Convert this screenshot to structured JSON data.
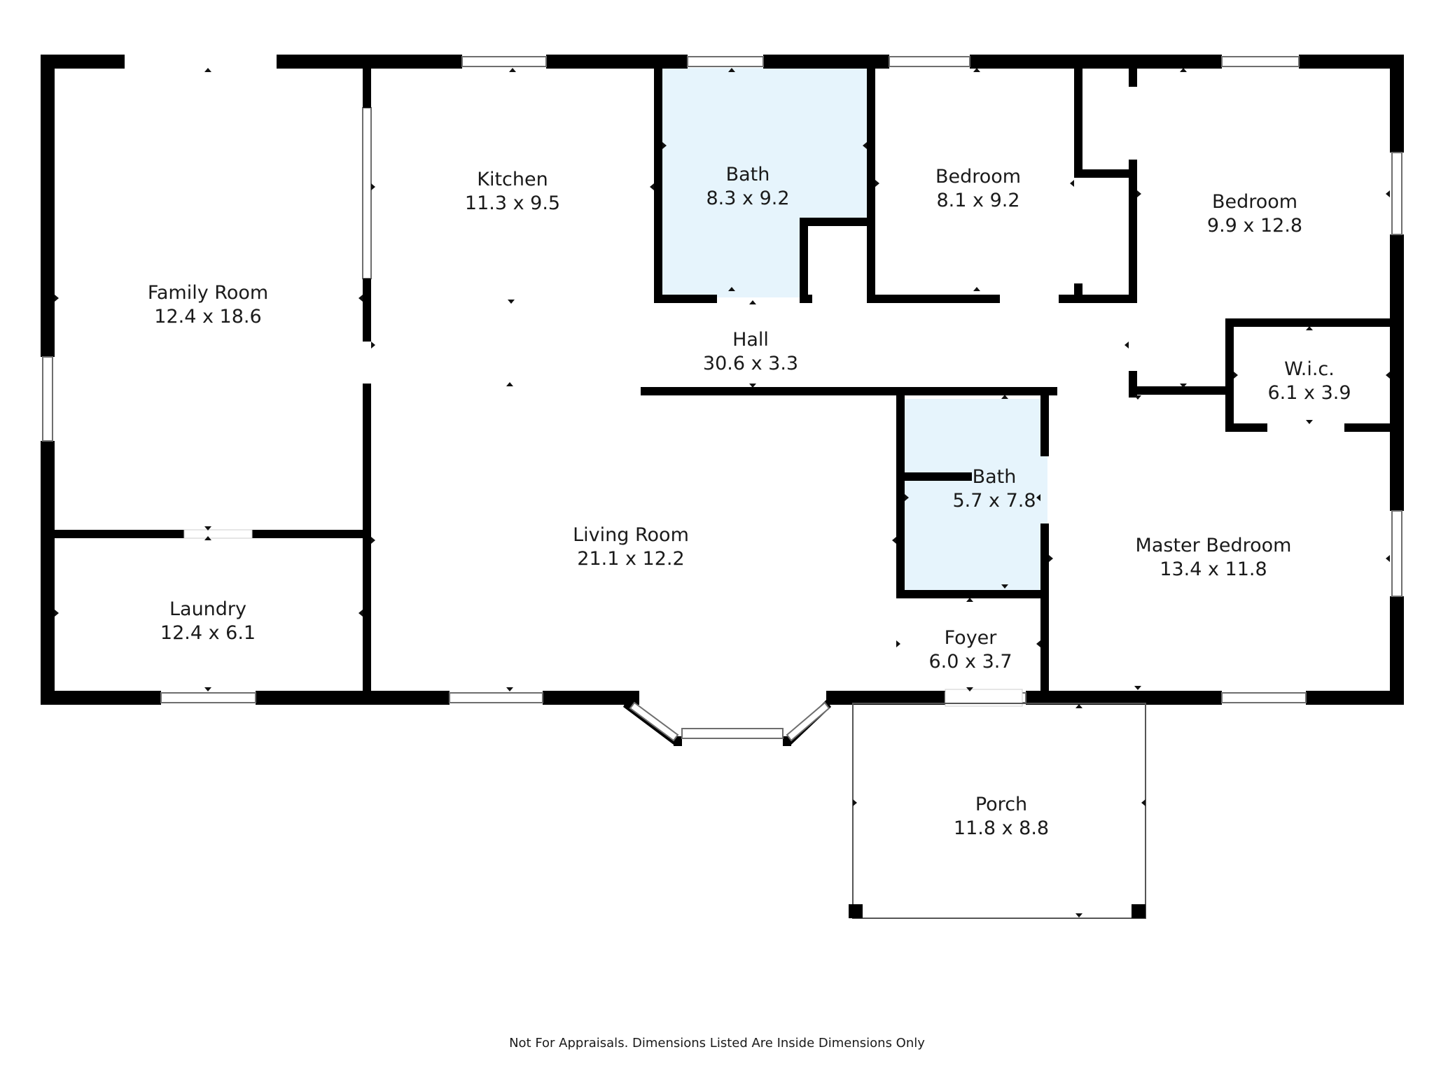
{
  "colors": {
    "wall": "#000000",
    "bath_fill": "#e6f4fc",
    "background": "#ffffff"
  },
  "rooms": {
    "family_room": {
      "name": "Family Room",
      "size": "12.4 x 18.6"
    },
    "kitchen": {
      "name": "Kitchen",
      "size": "11.3 x 9.5"
    },
    "bath_1": {
      "name": "Bath",
      "size": "8.3 x 9.2"
    },
    "bedroom_1": {
      "name": "Bedroom",
      "size": "8.1 x 9.2"
    },
    "bedroom_2": {
      "name": "Bedroom",
      "size": "9.9 x 12.8"
    },
    "hall": {
      "name": "Hall",
      "size": "30.6 x 3.3"
    },
    "wic": {
      "name": "W.i.c.",
      "size": "6.1 x 3.9"
    },
    "bath_2": {
      "name": "Bath",
      "size": "5.7 x 7.8"
    },
    "living_room": {
      "name": "Living Room",
      "size": "21.1 x 12.2"
    },
    "master_bedroom": {
      "name": "Master Bedroom",
      "size": "13.4 x 11.8"
    },
    "laundry": {
      "name": "Laundry",
      "size": "12.4 x 6.1"
    },
    "foyer": {
      "name": "Foyer",
      "size": "6.0 x 3.7"
    },
    "porch": {
      "name": "Porch",
      "size": "11.8 x 8.8"
    }
  },
  "footer": {
    "disclaimer": "Not For Appraisals. Dimensions Listed Are Inside Dimensions Only"
  }
}
